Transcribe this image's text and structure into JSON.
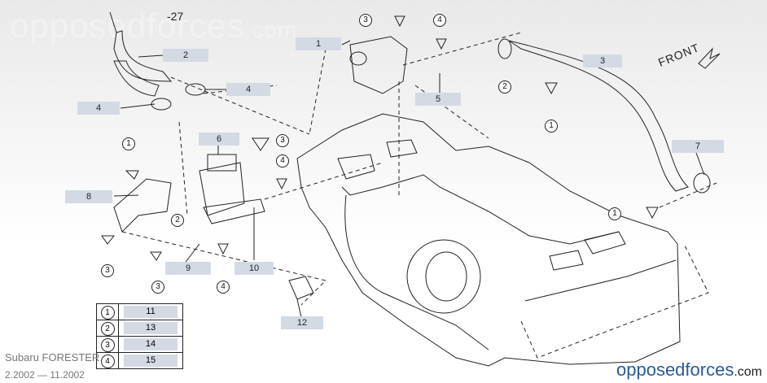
{
  "page_ref": "-27",
  "front_label": "FRONT",
  "watermark": {
    "name": "opposedforces",
    "suffix": ".com"
  },
  "callouts": [
    {
      "id": "c1",
      "text": "1"
    },
    {
      "id": "c2",
      "text": "2"
    },
    {
      "id": "c3",
      "text": "3"
    },
    {
      "id": "c4a",
      "text": "4"
    },
    {
      "id": "c4b",
      "text": "4"
    },
    {
      "id": "c5",
      "text": "5"
    },
    {
      "id": "c6",
      "text": "6"
    },
    {
      "id": "c7",
      "text": "7"
    },
    {
      "id": "c8",
      "text": "8"
    },
    {
      "id": "c9",
      "text": "9"
    },
    {
      "id": "c10",
      "text": "10"
    },
    {
      "id": "c12",
      "text": "12"
    }
  ],
  "circled_refs": [
    "1",
    "2",
    "3",
    "4"
  ],
  "legend": [
    {
      "key": "1",
      "value": "11"
    },
    {
      "key": "2",
      "value": "13"
    },
    {
      "key": "3",
      "value": "14"
    },
    {
      "key": "4",
      "value": "15"
    }
  ],
  "footer": {
    "model": "Subaru FORESTER",
    "dates": "2.2002 — 11.2002",
    "brand_name": "opposedforces",
    "brand_suffix": ".com",
    "brand_color": "#2a5a9a"
  },
  "callout_color": "#d4dae4"
}
